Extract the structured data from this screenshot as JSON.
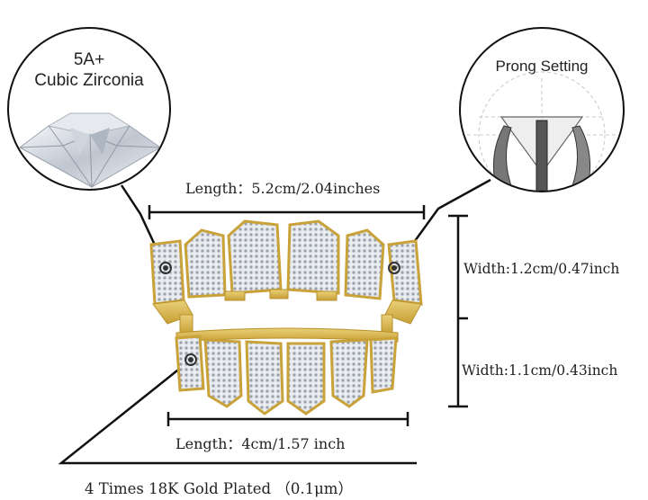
{
  "callouts": {
    "zirconia": {
      "title_line1": "5A+",
      "title_line2": "Cubic Zirconia",
      "icon": "diamond-icon"
    },
    "prong": {
      "title": "Prong Setting",
      "icon": "prong-setting-diagram"
    }
  },
  "dimensions": {
    "top_length": "Length：5.2cm/2.04inches",
    "bottom_length": "Length：4cm/1.57 inch",
    "top_width": "Width:1.2cm/0.47inch",
    "bottom_width": "Width:1.1cm/0.43inch"
  },
  "plating": {
    "label": "4 Times 18K Gold Plated （0.1μm）"
  },
  "colors": {
    "gold": "#d8b64a",
    "gold_dark": "#b8912a",
    "stone": "#dfe3e8",
    "line": "#111111"
  }
}
